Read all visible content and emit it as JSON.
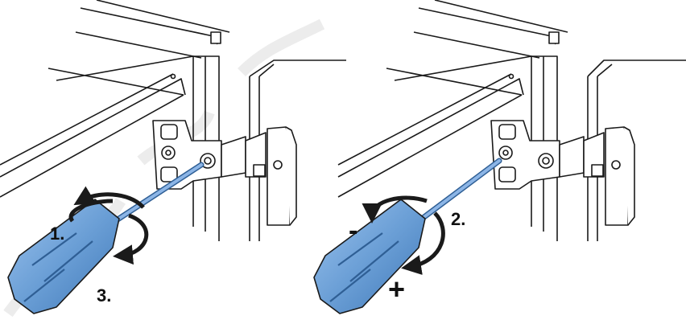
{
  "panels": [
    {
      "id": "left",
      "steps": [
        {
          "label": "1."
        },
        {
          "label": "3."
        }
      ]
    },
    {
      "id": "right",
      "steps": [
        {
          "label": "2."
        },
        {
          "label": "-"
        },
        {
          "label": "+"
        }
      ]
    }
  ],
  "colors": {
    "handle": "#6b9fd6",
    "handle_dark": "#2f5f95",
    "shaft": "#8cb5e6",
    "line": "#1a1a1a",
    "watermark": "#e6e6e6"
  },
  "icons": [
    "rotate-arrow-icon",
    "screwdriver-icon",
    "hinge-icon"
  ]
}
